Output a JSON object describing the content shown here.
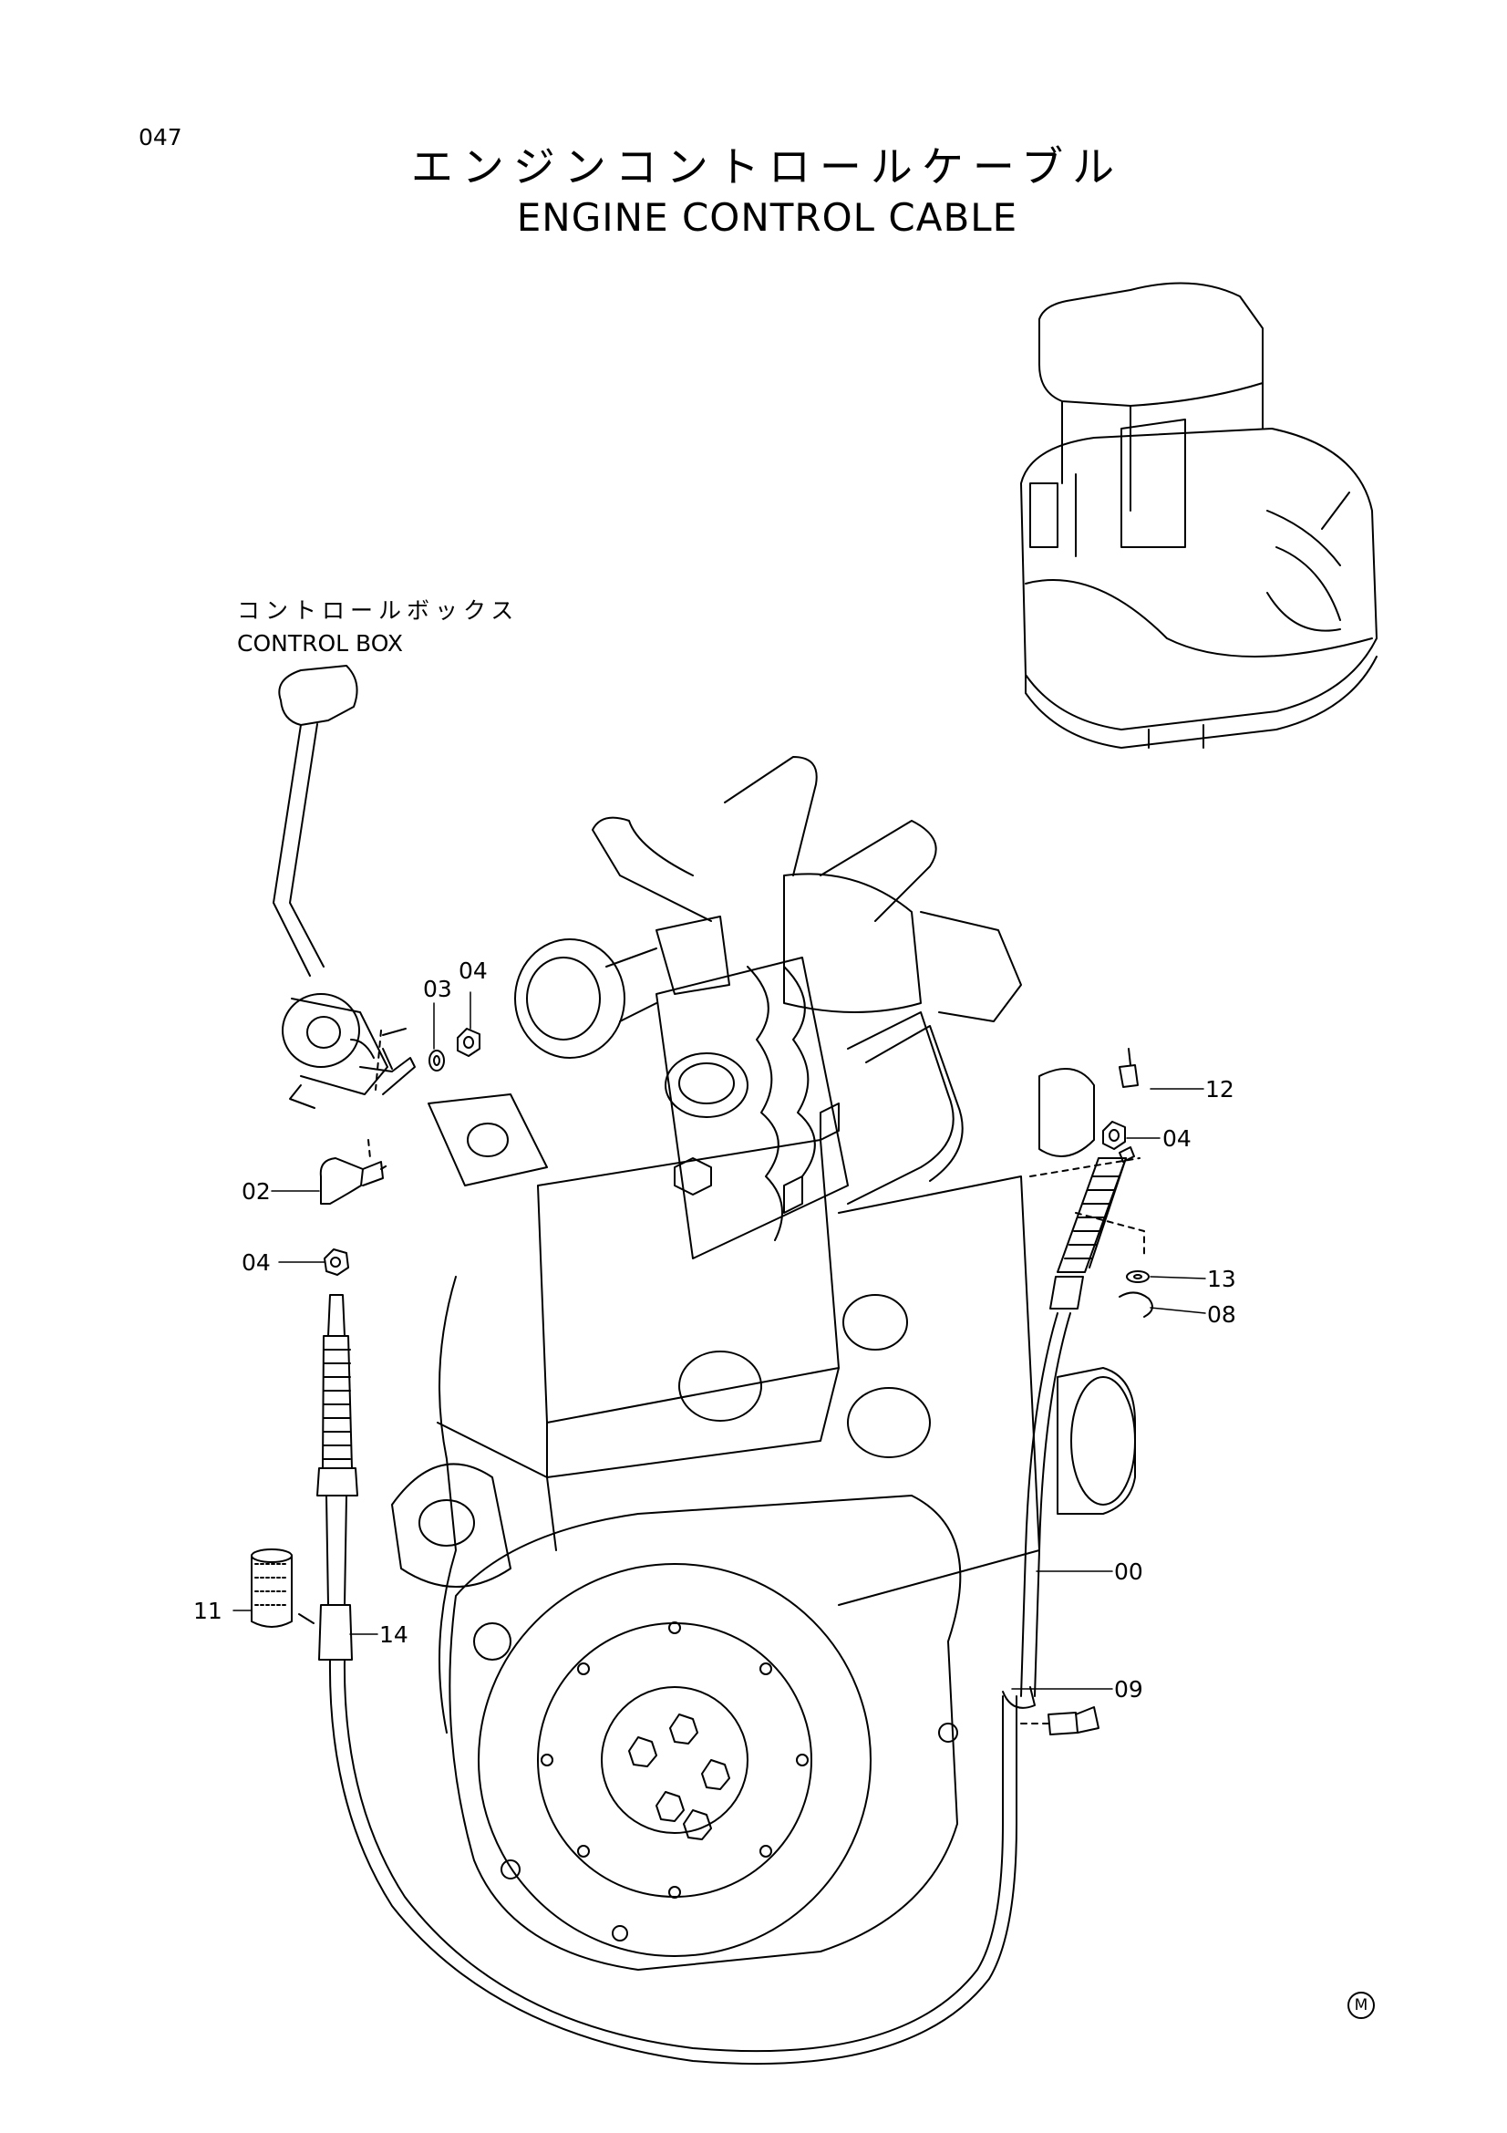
{
  "header": {
    "page_number": "047",
    "title_japanese": "エンジンコントロールケーブル",
    "title_english": "ENGINE CONTROL CABLE"
  },
  "labels": {
    "control_box_japanese": "コントロールボックス",
    "control_box_english": "CONTROL BOX"
  },
  "callouts": {
    "c03": "03",
    "c04_top": "04",
    "c02": "02",
    "c04_left": "04",
    "c11": "11",
    "c14": "14",
    "c12": "12",
    "c04_right": "04",
    "c13": "13",
    "c08": "08",
    "c00": "00",
    "c09": "09"
  },
  "footer": {
    "mark": "M"
  }
}
